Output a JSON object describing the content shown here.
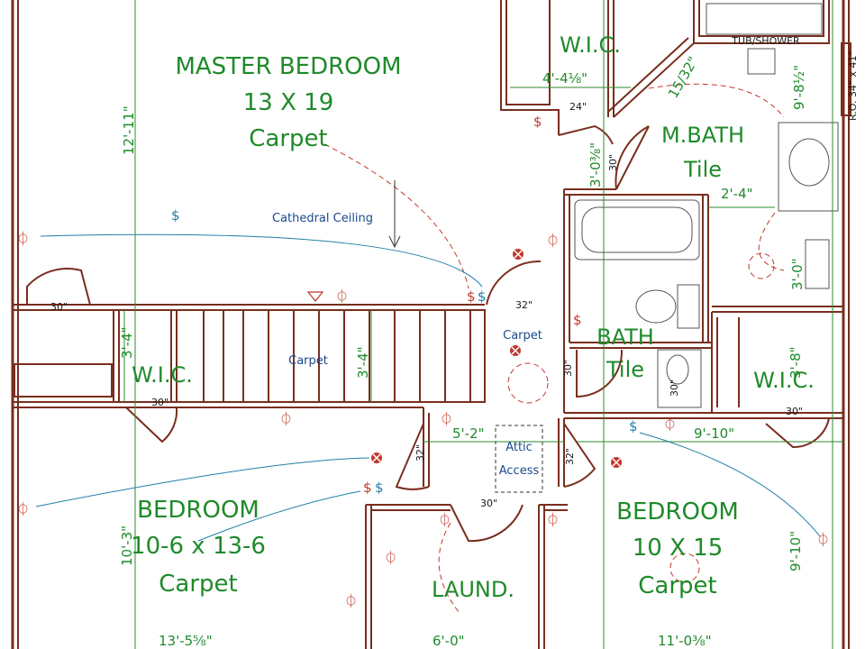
{
  "rooms": {
    "master_bedroom": {
      "name": "MASTER BEDROOM",
      "size": "13 X 19",
      "floor": "Carpet"
    },
    "wic_top": {
      "name": "W.I.C."
    },
    "mbath": {
      "name": "M.BATH",
      "floor": "Tile"
    },
    "bath": {
      "name": "BATH",
      "floor": "Tile"
    },
    "wic_left": {
      "name": "W.I.C."
    },
    "wic_right": {
      "name": "W.I.C."
    },
    "bedroom_left": {
      "name": "BEDROOM",
      "size": "10-6 x 13-6",
      "floor": "Carpet"
    },
    "bedroom_right": {
      "name": "BEDROOM",
      "size": "10 X 15",
      "floor": "Carpet"
    },
    "laundry": {
      "name": "LAUND."
    },
    "stairs": {
      "floor": "Carpet"
    },
    "hall": {
      "floor": "Carpet"
    }
  },
  "notes": {
    "cathedral_ceiling": "Cathedral Ceiling",
    "attic_access": [
      "Attic",
      "Access"
    ],
    "tub_shower": "TUB/SHOWER",
    "ro_window": "R.O. 34\" x 41\""
  },
  "dimensions": {
    "d_12_11": "12'-11\"",
    "d_4_4_1_8": "4'-4⅛\"",
    "d_15_32": "15/32\"",
    "d_9_8_1_2": "9'-8½\"",
    "d_3_0_3_8": "3'-0⅜\"",
    "d_2_4": "2'-4\"",
    "d_3_0_mbath": "3'-0\"",
    "d_3_4_stair": "3'-4\"",
    "d_3_4_wic": "3'-4\"",
    "d_5_2": "5'-2\"",
    "d_9_10_h": "9'-10\"",
    "d_3_8": "3'-8\"",
    "d_10_3": "10'-3\"",
    "d_9_10_v": "9'-10\"",
    "d_13_5_5_8": "13'-5⅝\"",
    "d_6_0": "6'-0\"",
    "d_11_0_3_8": "11'-0⅜\""
  },
  "doors": {
    "d30_left": "30\"",
    "d32_hall": "32\"",
    "d30_mbath": "30\"",
    "d24_wic": "24\"",
    "d30_wic_left": "30\"",
    "d30_bath": "30\"",
    "d30_wic_right": "30\"",
    "d32_bed_left": "32\"",
    "d30_laund": "30\"",
    "d32_bed_right": "32\""
  },
  "symbols": {
    "switch": "$",
    "outlet": "⏀",
    "vanity_30": "30\""
  },
  "colors": {
    "wall": "#7a2e1e",
    "room_label": "#1f8a2a",
    "dimension": "#2e8b2e",
    "electrical_red": "#c0392b",
    "electrical_blue": "#1f7fa8"
  }
}
